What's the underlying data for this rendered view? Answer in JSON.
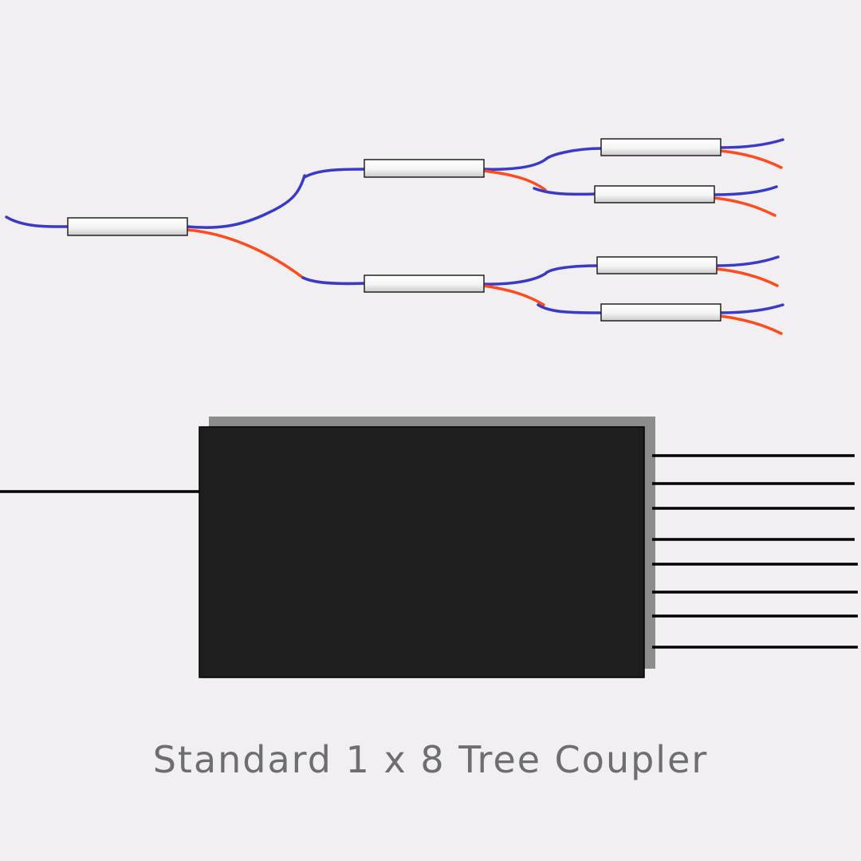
{
  "caption": "Standard 1 x 8 Tree Coupler",
  "colors": {
    "background": "#f1eff2",
    "through_fiber": "#3a3ac8",
    "coupled_fiber": "#ff4a1c",
    "device_body": "#1e1e1e",
    "device_shadow": "#8c8c8c",
    "lead": "#000000"
  },
  "tree": {
    "stages": 3,
    "couplers": 7,
    "outputs": 8
  },
  "package": {
    "inputs": 1,
    "outputs": 8
  }
}
